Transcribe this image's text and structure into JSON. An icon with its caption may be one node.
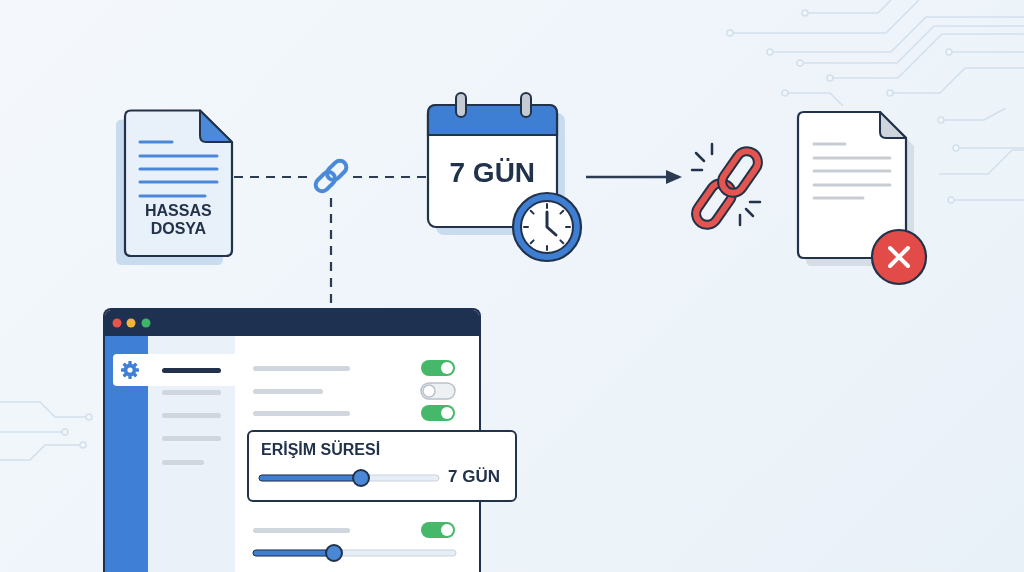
{
  "diagram": {
    "nodes": [
      {
        "text": [
          "HASSAS DOSYA"
        ]
      },
      {
        "text": [],
        "shape": "picture"
      },
      {
        "text": [
          "7 GÜN"
        ]
      },
      {
        "text": [],
        "shape": "picture"
      },
      {
        "text": [],
        "shape": "picture"
      },
      {
        "text": [],
        "shape": "picture"
      },
      {
        "text": [
          "ERİŞİM SÜRESİ",
          "7 GÜN"
        ]
      }
    ],
    "edges": [
      {
        "from": 0,
        "to": 1,
        "arrow": "none",
        "style": "dashed"
      },
      {
        "from": 1,
        "to": 2,
        "arrow": "none",
        "style": "dashed"
      },
      {
        "from": 2,
        "to": 3,
        "arrow": "to"
      },
      {
        "from": 1,
        "to": 5,
        "arrow": "none",
        "style": "dashed"
      }
    ]
  }
}
